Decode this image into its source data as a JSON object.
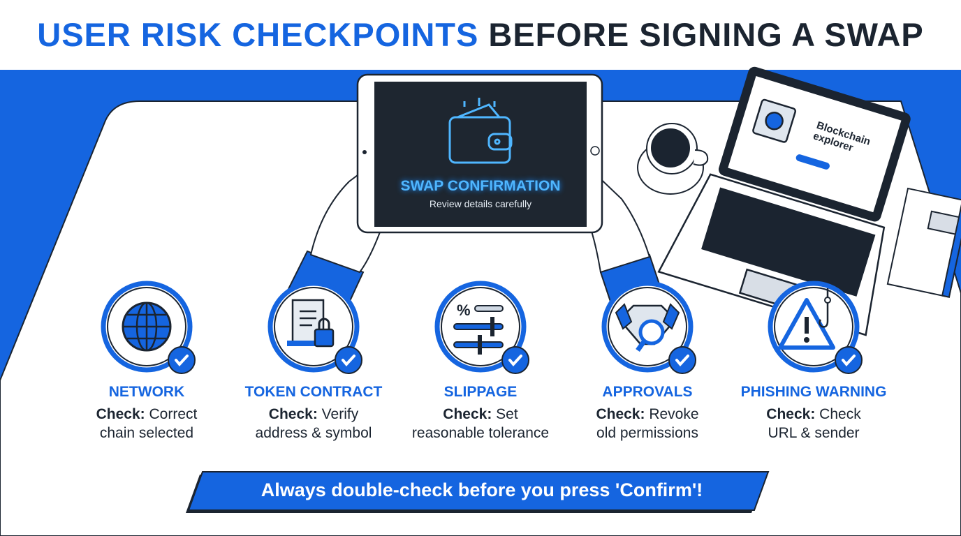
{
  "title": {
    "accent": "USER RISK CHECKPOINTS",
    "rest": "BEFORE SIGNING A SWAP"
  },
  "tablet": {
    "title": "SWAP CONFIRMATION",
    "subtitle": "Review details carefully",
    "icon": "wallet-icon"
  },
  "laptop": {
    "screen_text": "Blockchain explorer",
    "icon": "safe-icon"
  },
  "checkpoints": [
    {
      "name": "NETWORK",
      "check_label": "Check:",
      "line1": "Correct",
      "line2": "chain selected",
      "icon": "globe-icon"
    },
    {
      "name": "TOKEN CONTRACT",
      "check_label": "Check:",
      "line1": "Verify",
      "line2": "address & symbol",
      "icon": "contract-lock-icon"
    },
    {
      "name": "SLIPPAGE",
      "check_label": "Check:",
      "line1": "Set",
      "line2": "reasonable tolerance",
      "icon": "sliders-percent-icon"
    },
    {
      "name": "APPROVALS",
      "check_label": "Check:",
      "line1": "Revoke",
      "line2": "old permissions",
      "icon": "handshake-magnifier-icon"
    },
    {
      "name": "PHISHING WARNING",
      "check_label": "Check:",
      "line1": "Check",
      "line2": "URL & sender",
      "icon": "warning-hook-icon"
    }
  ],
  "banner": "Always double-check before you press 'Confirm'!",
  "colors": {
    "accent": "#1565e0",
    "dark": "#1b2430",
    "screen": "#1e2630",
    "glow": "#4fb6ff"
  }
}
